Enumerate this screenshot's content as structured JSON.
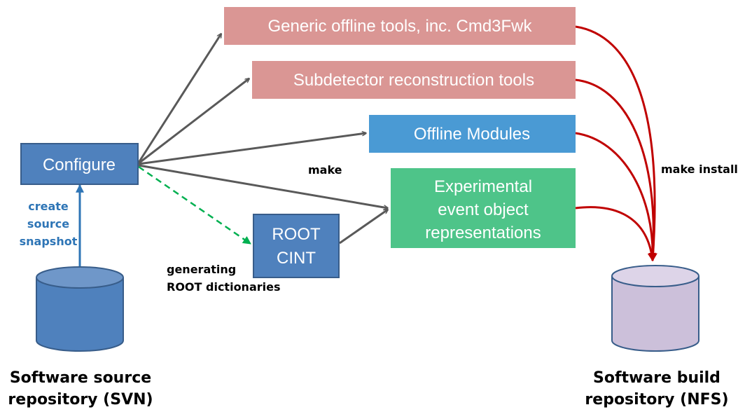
{
  "colors": {
    "configure_fill": "#4f81bd",
    "configure_stroke": "#385d8a",
    "generic_fill": "#da9694",
    "subdetector_fill": "#da9694",
    "offline_fill": "#4a9ad4",
    "experimental_fill": "#4ec489",
    "root_fill": "#4f81bd",
    "svn_cylinder": "#4f81bd",
    "nfs_cylinder": "#ccc0da",
    "arrow_gray": "#595959",
    "arrow_red": "#c00000",
    "arrow_green": "#00b050",
    "arrow_blue": "#2e75b6"
  },
  "boxes": {
    "configure": "Configure",
    "generic": "Generic offline tools, inc. Cmd3Fwk",
    "subdetector": "Subdetector reconstruction tools",
    "offline_modules": "Offline Modules",
    "experimental": [
      "Experimental",
      "event object",
      "representations"
    ],
    "root_cint": [
      "ROOT",
      "CINT"
    ]
  },
  "labels": {
    "make": "make",
    "make_install": "make install",
    "create_snapshot": [
      "create",
      "source",
      "snapshot"
    ],
    "generating_dict": [
      "generating",
      "ROOT dictionaries"
    ]
  },
  "repositories": {
    "svn": [
      "Software source",
      "repository (SVN)"
    ],
    "nfs": [
      "Software build",
      "repository (NFS)"
    ]
  }
}
